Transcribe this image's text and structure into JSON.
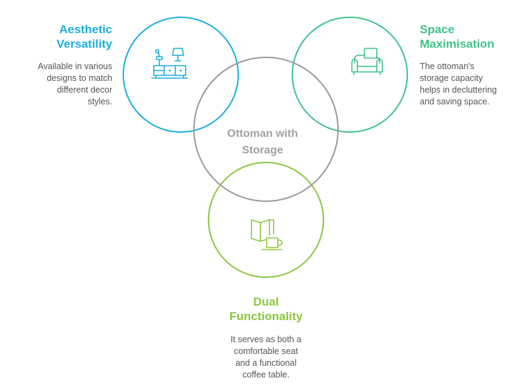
{
  "colors": {
    "aesthetic": "#1aaedd",
    "space": "#3dc487",
    "dual": "#8cc63f",
    "center": "#9a9a9a",
    "text": "#555555"
  },
  "center": {
    "label": "Ottoman with Storage",
    "line1": "Ottoman with",
    "line2": "Storage"
  },
  "aesthetic": {
    "title_line1": "Aesthetic",
    "title_line2": "Versatility",
    "desc_lines": [
      "Available in various",
      "designs to match",
      "different decor",
      "styles."
    ],
    "icon": "furniture-icon"
  },
  "space": {
    "title_line1": "Space",
    "title_line2": "Maximisation",
    "desc_lines": [
      "The ottoman's",
      "storage capacity",
      "helps in decluttering",
      "and saving space."
    ],
    "icon": "sofa-icon"
  },
  "dual": {
    "title_line1": "Dual",
    "title_line2": "Functionality",
    "desc_lines": [
      "It serves as both a",
      "comfortable seat",
      "and a functional",
      "coffee table."
    ],
    "icon": "book-and-cup-icon"
  }
}
